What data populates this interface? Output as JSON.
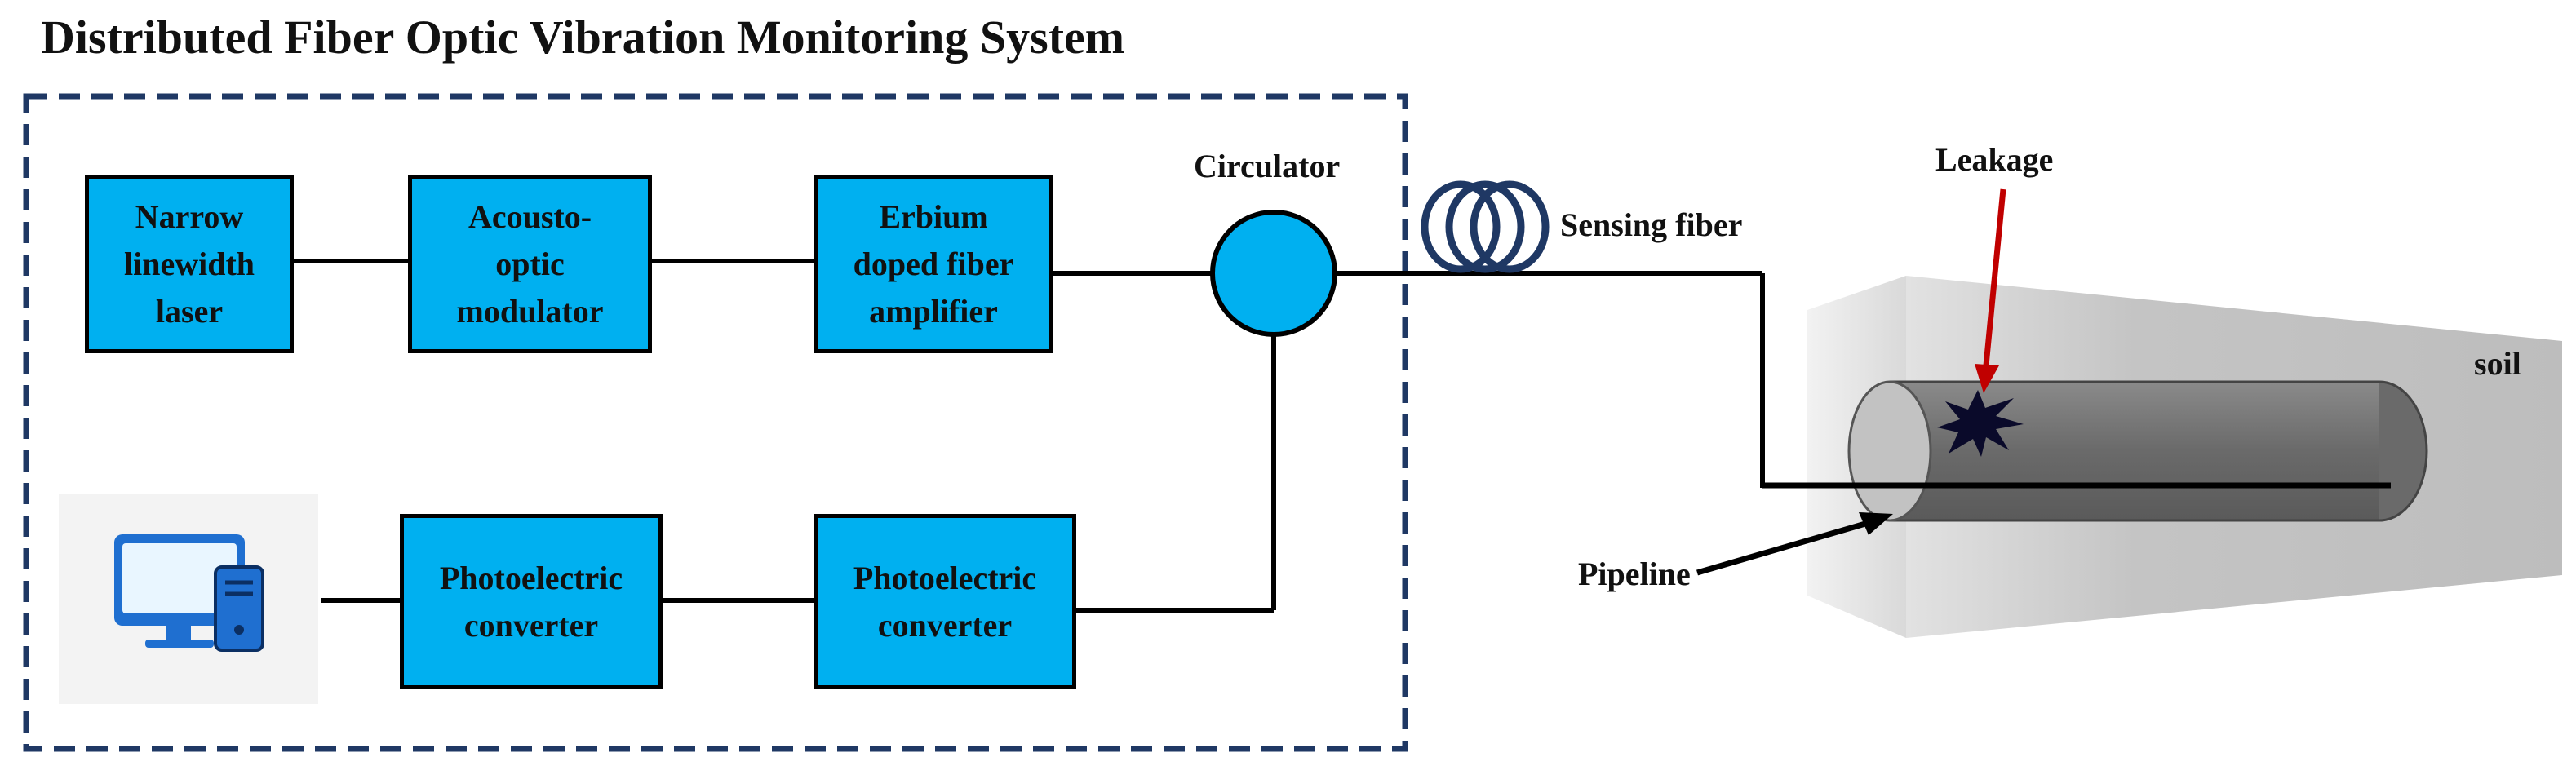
{
  "title": "Distributed Fiber Optic Vibration Monitoring System",
  "components": {
    "laser": "Narrow\nlinewidth\nlaser",
    "modulator": "Acousto-\noptic\nmodulator",
    "amplifier": "Erbium\ndoped fiber\namplifier",
    "converter_left": "Photoelectric\nconverter",
    "converter_right": "Photoelectric\nconverter"
  },
  "labels": {
    "circulator": "Circulator",
    "sensing_fiber": "Sensing fiber",
    "leakage": "Leakage",
    "soil": "soil",
    "pipeline": "Pipeline"
  },
  "icons": {
    "computer": "computer-icon",
    "fiber_coil": "fiber-coil-icon",
    "leak": "leak-burst-icon"
  },
  "colors": {
    "box_fill": "#00b0f0",
    "frame_dash": "#1f3864",
    "coil": "#1f3864",
    "leak_arrow": "#c00000",
    "soil": "#bfbfbf",
    "pipe_body": "#6f6f6f"
  }
}
